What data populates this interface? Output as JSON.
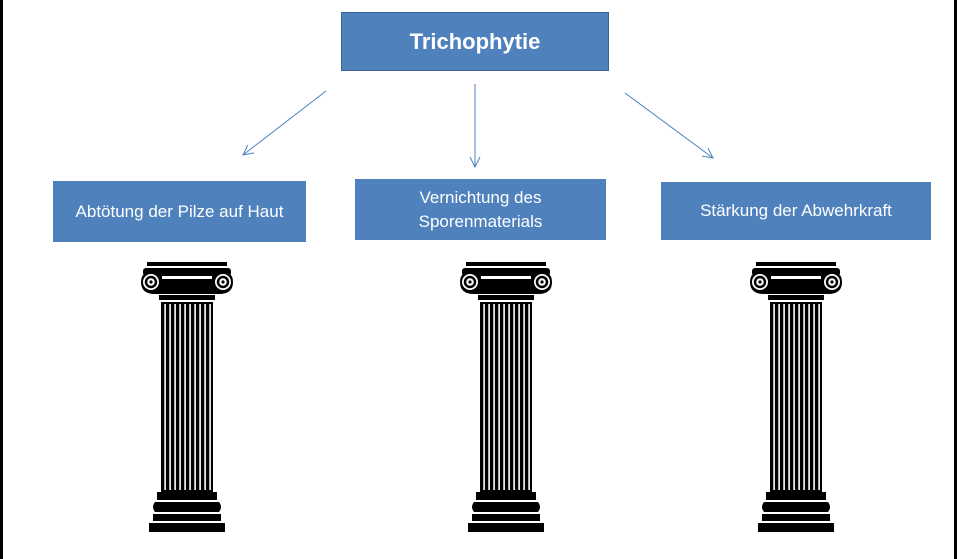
{
  "title": "Trichophytie",
  "pillars": [
    {
      "label": "Abtötung der Pilze auf Haut"
    },
    {
      "label": "Vernichtung des Sporenmaterials"
    },
    {
      "label": "Stärkung der Abwehrkraft"
    }
  ],
  "colors": {
    "box_fill": "#4f81bd",
    "box_text": "#ffffff",
    "arrow": "#4f81bd",
    "column": "#000000"
  }
}
